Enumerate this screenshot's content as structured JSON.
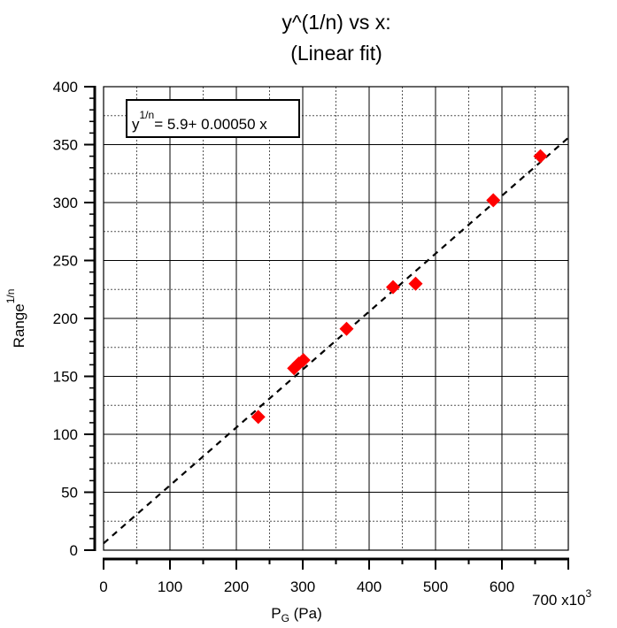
{
  "chart_data": {
    "type": "scatter",
    "title_lines": [
      "y^(1/n) vs x:",
      "(Linear fit)"
    ],
    "xlabel": {
      "main": "P",
      "sub": "G",
      "rest": " (Pa)"
    },
    "ylabel": {
      "main": "Range",
      "sup": "1/n"
    },
    "x_multiplier_label": {
      "base": "700 x10",
      "exp": "3"
    },
    "xlim": [
      0,
      700
    ],
    "ylim": [
      0,
      400
    ],
    "xticks": [
      0,
      100,
      200,
      300,
      400,
      500,
      600
    ],
    "xtick_labels": [
      "0",
      "100",
      "200",
      "300",
      "400",
      "500",
      "600"
    ],
    "yticks": [
      0,
      50,
      100,
      150,
      200,
      250,
      300,
      350,
      400
    ],
    "ytick_labels": [
      "0",
      "50",
      "100",
      "150",
      "200",
      "250",
      "300",
      "350",
      "400"
    ],
    "major_grid": true,
    "minor_grid": true,
    "series": [
      {
        "marker": "diamond",
        "color": "#ff0000",
        "x": [
          233,
          287,
          294,
          301,
          366,
          436,
          470,
          587,
          658
        ],
        "y": [
          115,
          157,
          161,
          164,
          191,
          227,
          230,
          302,
          340
        ]
      }
    ],
    "fit": {
      "intercept": 5.9,
      "slope": 0.5,
      "style": "dashed",
      "color": "#000000",
      "label": {
        "base": "y",
        "sup": "1/n",
        "rest": "= 5.9+ 0.00050 x"
      },
      "label_position": "top-left"
    }
  }
}
